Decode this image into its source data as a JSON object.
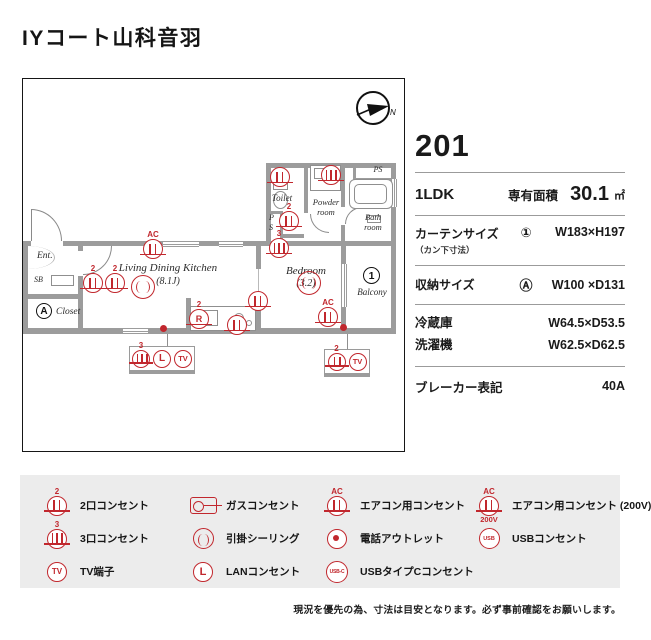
{
  "title": "IYコート山科音羽",
  "colors": {
    "accent_red": "#c1272d",
    "wall_gray": "#9c9c9c",
    "legend_bg": "#ececec"
  },
  "plan": {
    "compass": "N",
    "rooms": {
      "toilet": "Toilet",
      "powder_line1": "Powder",
      "powder_line2": "room",
      "bath_line1": "Bath",
      "bath_line2": "room",
      "ps": "PS",
      "shaft_p": "P",
      "shaft_s": "S",
      "ent": "Ent.",
      "sb": "SB",
      "closet": "Closet",
      "closet_marker": "A",
      "ldk": "Living Dining Kitchen",
      "ldk_area": "(8.1J)",
      "bedroom": "Bedroom",
      "bedroom_area": "(3.2)",
      "balcony": "Balcony",
      "balcony_marker": "1"
    }
  },
  "sym": {
    "ac": "AC",
    "v200": "200V",
    "two": "2",
    "three": "3",
    "tv": "TV",
    "lan": "L",
    "r": "R",
    "usb": "USB",
    "usbc": "USB-C"
  },
  "info": {
    "room_number": "201",
    "layout": "1LDK",
    "area_label": "専有面積",
    "area_value": "30.1",
    "area_unit": "㎡",
    "curtain_label": "カーテンサイズ",
    "curtain_sublabel": "（カン下寸法）",
    "curtain_marker": "①",
    "curtain_value": "W183×H197",
    "storage_label": "収納サイズ",
    "storage_marker": "Ⓐ",
    "storage_value": "W100 ×D131",
    "fridge_label": "冷蔵庫",
    "fridge_value": "W64.5×D53.5",
    "washer_label": "洗濯機",
    "washer_value": "W62.5×D62.5",
    "breaker_label": "ブレーカー表記",
    "breaker_value": "40A"
  },
  "legend": {
    "items": [
      {
        "label": "2口コンセント"
      },
      {
        "label": "ガスコンセント"
      },
      {
        "label": "エアコン用コンセント"
      },
      {
        "label": "エアコン用コンセント (200V)"
      },
      {
        "label": "3口コンセント"
      },
      {
        "label": "引掛シーリング"
      },
      {
        "label": "電話アウトレット"
      },
      {
        "label": "USBコンセント"
      },
      {
        "label": "TV端子"
      },
      {
        "label": "LANコンセント"
      },
      {
        "label": "USBタイプCコンセント"
      }
    ]
  },
  "disclaimer": "現況を優先の為、寸法は目安となります。必ず事前確認をお願いします。"
}
